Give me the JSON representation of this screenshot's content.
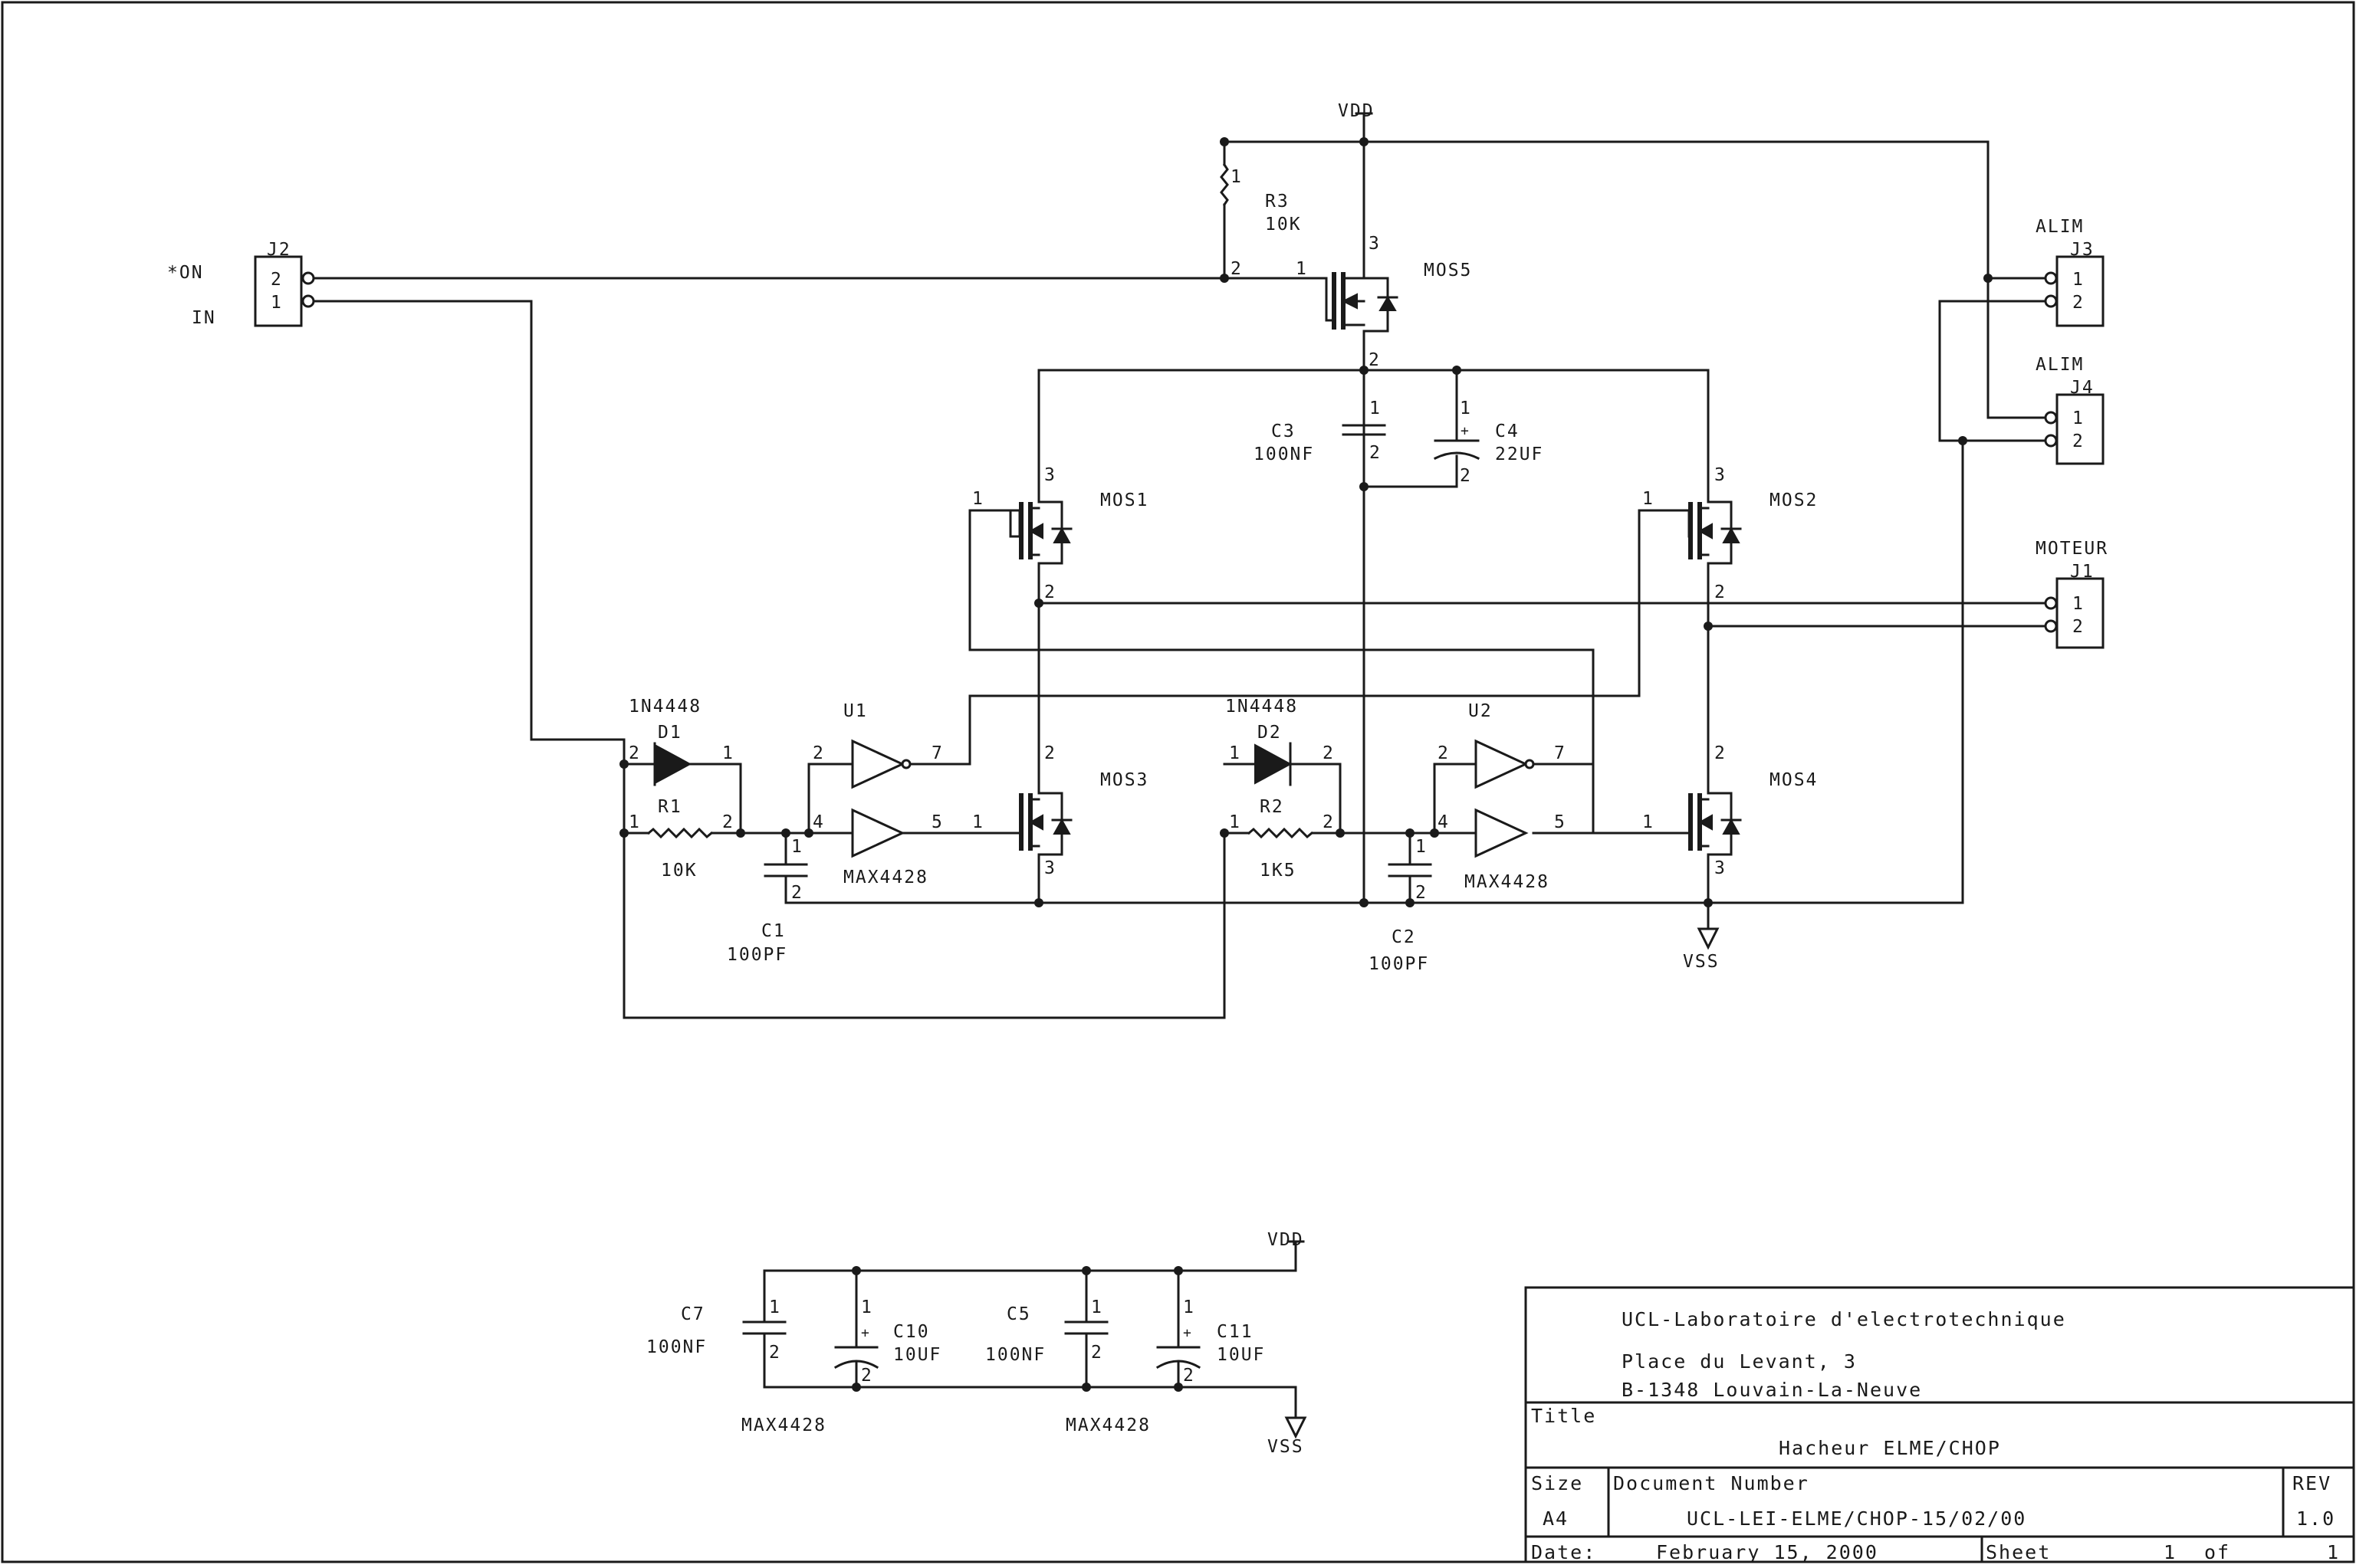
{
  "nets": {
    "vdd": "VDD",
    "vdd2": "VDD",
    "vss": "VSS",
    "vss2": "VSS"
  },
  "j2": {
    "ref": "J2",
    "pin_top": "2",
    "pin_bottom": "1",
    "label_on": "*ON",
    "label_in": "IN"
  },
  "j3": {
    "title": "ALIM",
    "ref": "J3",
    "pin1": "1",
    "pin2": "2"
  },
  "j4": {
    "title": "ALIM",
    "ref": "J4",
    "pin1": "1",
    "pin2": "2"
  },
  "j1": {
    "title": "MOTEUR",
    "ref": "J1",
    "pin1": "1",
    "pin2": "2"
  },
  "r3": {
    "ref": "R3",
    "value": "10K",
    "pin1": "1",
    "pin2": "2"
  },
  "mos5": {
    "ref": "MOS5",
    "gate": "1",
    "drain": "3",
    "source": "2"
  },
  "mos1": {
    "ref": "MOS1",
    "gate": "1",
    "drain": "3",
    "source": "2"
  },
  "mos2": {
    "ref": "MOS2",
    "gate": "1",
    "drain": "3",
    "source": "2"
  },
  "mos3": {
    "ref": "MOS3",
    "gate": "1",
    "drain": "2",
    "source": "3"
  },
  "mos4": {
    "ref": "MOS4",
    "gate": "1",
    "drain": "2",
    "source": "3"
  },
  "c3": {
    "ref": "C3",
    "value": "100NF",
    "pin1": "1",
    "pin2": "2"
  },
  "c4": {
    "ref": "C4",
    "value": "22UF",
    "pin1": "1",
    "pin2": "2"
  },
  "d1": {
    "part": "1N4448",
    "ref": "D1",
    "pin_a": "2",
    "pin_k": "1"
  },
  "d2": {
    "part": "1N4448",
    "ref": "D2",
    "pin_a": "1",
    "pin_k": "2"
  },
  "u1": {
    "ref": "U1",
    "part": "MAX4428",
    "in_a": "2",
    "out_a": "7",
    "in_b": "4",
    "out_b": "5"
  },
  "u2": {
    "ref": "U2",
    "part": "MAX4428",
    "in_a": "2",
    "out_a": "7",
    "in_b": "4",
    "out_b": "5"
  },
  "r1": {
    "ref": "R1",
    "value": "10K",
    "pin1": "1",
    "pin2": "2"
  },
  "r2": {
    "ref": "R2",
    "value": "1K5",
    "pin1": "1",
    "pin2": "2"
  },
  "c1": {
    "ref": "C1",
    "value": "100PF",
    "pin1": "1",
    "pin2": "2"
  },
  "c2": {
    "ref": "C2",
    "value": "100PF",
    "pin1": "1",
    "pin2": "2"
  },
  "decoupling": {
    "c7": {
      "ref": "C7",
      "value": "100NF",
      "pin1": "1",
      "pin2": "2"
    },
    "c10": {
      "ref": "C10",
      "value": "10UF",
      "pin1": "1",
      "pin2": "2"
    },
    "c5": {
      "ref": "C5",
      "value": "100NF",
      "pin1": "1",
      "pin2": "2"
    },
    "c11": {
      "ref": "C11",
      "value": "10UF",
      "pin1": "1",
      "pin2": "2"
    },
    "label_left": "MAX4428",
    "label_right": "MAX4428"
  },
  "title_block": {
    "org_line1": "UCL-Laboratoire d'electrotechnique",
    "org_line2": "Place du Levant, 3",
    "org_line3": "B-1348 Louvain-La-Neuve",
    "title_label": "Title",
    "title": "Hacheur ELME/CHOP",
    "size_label": "Size",
    "size": "A4",
    "docnum_label": "Document Number",
    "docnum": "UCL-LEI-ELME/CHOP-15/02/00",
    "rev_label": "REV",
    "rev": "1.0",
    "date_label": "Date:",
    "date": "February 15, 2000",
    "sheet_label": "Sheet",
    "sheet": "1",
    "of_label": "of",
    "sheets": "1"
  }
}
